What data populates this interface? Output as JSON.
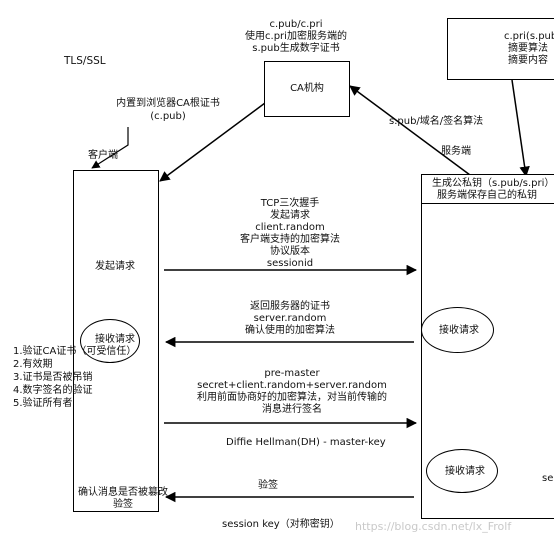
{
  "labels": {
    "protocol": "TLS/SSL",
    "ca_desc_1": "c.pub/c.pri",
    "ca_desc_2": "使用c.pri加密服务端的",
    "ca_desc_3": "s.pub生成数字证书",
    "ca_box": "CA机构",
    "note_1": "c.pri(s.pub",
    "note_2": "摘要算法",
    "note_3": "摘要内容",
    "builtin_root_1": "内置到浏览器CA根证书",
    "builtin_root_2": "(c.pub)",
    "server_to_ca": "s.pub/域名/签名算法",
    "client": "客户端",
    "server": "服务端",
    "server_header_1": "生成公私钥（s.pub/s.pri）",
    "server_header_2": "服务端保存自己的私钥",
    "initiate_request": "发起请求",
    "receive_request_client": "接收请求",
    "receive_request_server_1": "接收请求",
    "receive_request_server_2": "接收请求",
    "msg1_1": "TCP三次握手",
    "msg1_2": "发起请求",
    "msg1_3": "client.random",
    "msg1_4": "客户端支持的加密算法",
    "msg1_5": "协议版本",
    "msg1_6": "sessionid",
    "msg2_1": "返回服务器的证书",
    "msg2_2": "server.random",
    "msg2_3": "确认使用的加密算法",
    "verify_1": "1.验证CA证书（可受信任）",
    "verify_2": "2.有效期",
    "verify_3": "3.证书是否被吊销",
    "verify_4": "4.数字签名的验证",
    "verify_5": "5.验证所有者",
    "msg3_1": "pre-master",
    "msg3_2": "secret+client.random+server.random",
    "msg3_3": "利用前面协商好的加密算法，对当前传输的",
    "msg3_4": "消息进行签名",
    "dh": "Diffie Hellman(DH)  - master-key",
    "msg4": "验签",
    "confirm_1": "确认消息是否被篡改",
    "confirm_2": "验签",
    "session_key": "session key（对称密钥）",
    "watermark": "https://blog.csdn.net/lx_Frolf",
    "edge_text": "se"
  },
  "colors": {
    "line": "#000000",
    "watermark": "#c9c9c9"
  }
}
